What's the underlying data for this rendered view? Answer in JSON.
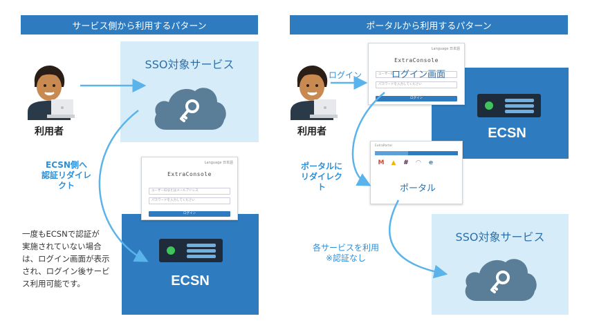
{
  "left": {
    "header": "サービス側から利用するパターン",
    "sso_title": "SSO対象サービス",
    "user_label": "利用者",
    "redirect_text": [
      "ECSN側へ",
      "認証リダイレクト"
    ],
    "note_lines": [
      "一度もECSNで認証が",
      "実施されていない場合",
      "は、ログイン画面が表示",
      "され、ログイン後サービ",
      "ス利用可能です。"
    ],
    "login": {
      "lang": "Language 日本語",
      "logo": "ExtraConsole",
      "user_placeholder": "ユーザーIDまたはメールアドレス",
      "password_placeholder": "パスワードを入力してください",
      "button": "ログイン"
    },
    "ecsn_label": "ECSN"
  },
  "right": {
    "header": "ポータルから利用するパターン",
    "user_label": "利用者",
    "login_arrow_label": "ログイン",
    "login_caption": "ログイン画面",
    "login": {
      "lang": "Language 日本語",
      "logo": "ExtraConsole",
      "user_placeholder": "ユーザーID",
      "password_placeholder": "パスワードを入力してください",
      "button": "ログイン"
    },
    "ecsn_label": "ECSN",
    "portal_redirect_text": [
      "ポータルに",
      "リダイレクト"
    ],
    "portal_caption": "ポータル",
    "portal_top": "ExtraPortal",
    "service_use_text": [
      "各サービスを利用",
      "※認証なし"
    ],
    "sso_title": "SSO対象サービス"
  },
  "colors": {
    "header_bg": "#2e7bbf",
    "sso_bg": "#d7ecf9",
    "cloud": "#5b7e98",
    "ecsn_bg": "#2e7bbf",
    "arrow": "#5ab3ea",
    "blue_text": "#2c8fd8"
  }
}
